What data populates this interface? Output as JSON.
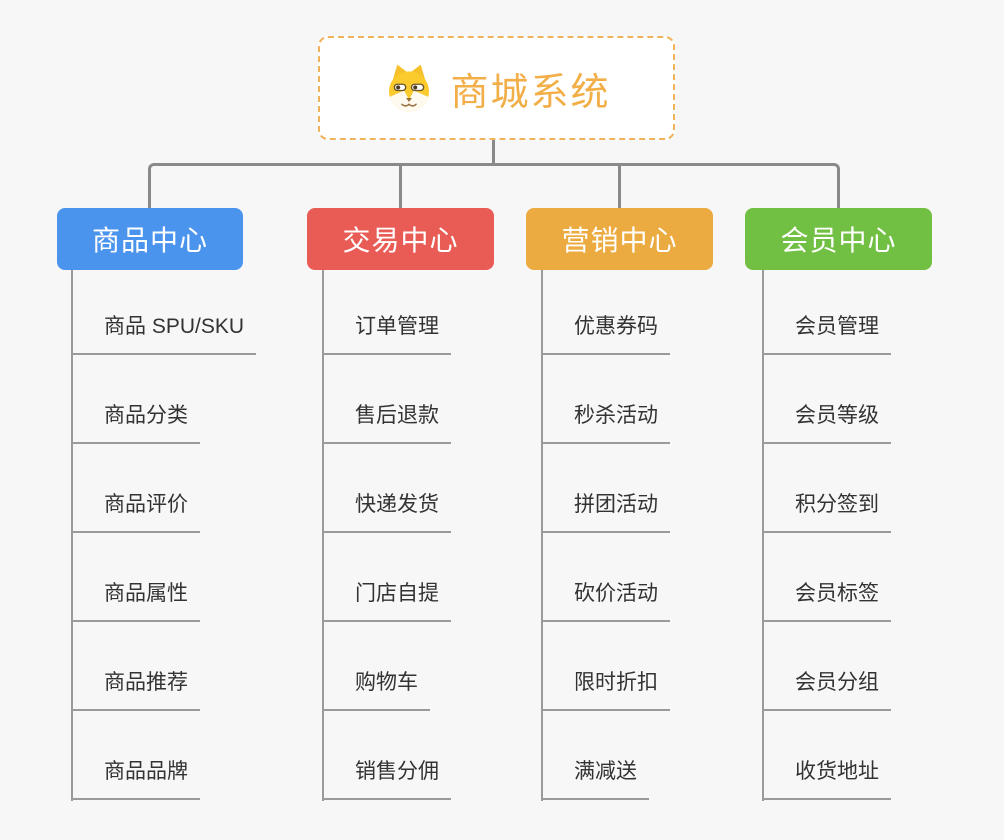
{
  "canvas": {
    "background": "#f7f7f7",
    "connector_color": "#8a8a8a",
    "leaf_line_color": "#9a9a9a",
    "leaf_text_color": "#333333"
  },
  "root": {
    "label": "商城系统",
    "icon": "dog-face-icon",
    "text_color": "#f2ae47",
    "border_color": "#f0b35c"
  },
  "branches": [
    {
      "label": "商品中心",
      "color": "#4b94ed",
      "items": [
        "商品 SPU/SKU",
        "商品分类",
        "商品评价",
        "商品属性",
        "商品推荐",
        "商品品牌"
      ]
    },
    {
      "label": "交易中心",
      "color": "#e85c55",
      "items": [
        "订单管理",
        "售后退款",
        "快递发货",
        "门店自提",
        "购物车",
        "销售分佣"
      ]
    },
    {
      "label": "营销中心",
      "color": "#ecab40",
      "items": [
        "优惠券码",
        "秒杀活动",
        "拼团活动",
        "砍价活动",
        "限时折扣",
        "满减送"
      ]
    },
    {
      "label": "会员中心",
      "color": "#72c043",
      "items": [
        "会员管理",
        "会员等级",
        "积分签到",
        "会员标签",
        "会员分组",
        "收货地址"
      ]
    }
  ]
}
